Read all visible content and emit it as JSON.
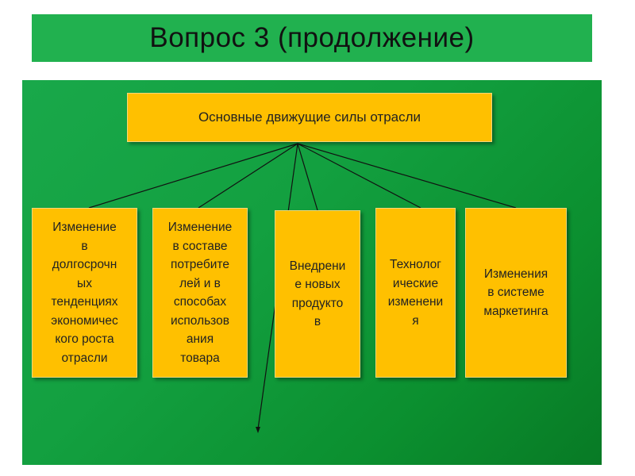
{
  "title": "Вопрос 3 (продолжение)",
  "root": {
    "label": "Основные движущие силы отрасли"
  },
  "children": [
    {
      "label": "Изменение\nв\nдолгосрочн\nых\nтенденциях\nэкономичес\nкого роста\nотрасли"
    },
    {
      "label": "Изменение\nв составе\nпотребите\nлей и в\nспособах\nиспользов\nания\nтовара"
    },
    {
      "label": "Внедрени\nе новых\nпродукто\nв"
    },
    {
      "label": "Технолог\nические\nизменени\nя"
    },
    {
      "label": "Изменения\nв системе\nмаркетинга"
    }
  ],
  "colors": {
    "title_bar": "#21b14f",
    "panel": "#13a040",
    "box_fill": "#ffc000",
    "line": "#111111"
  }
}
